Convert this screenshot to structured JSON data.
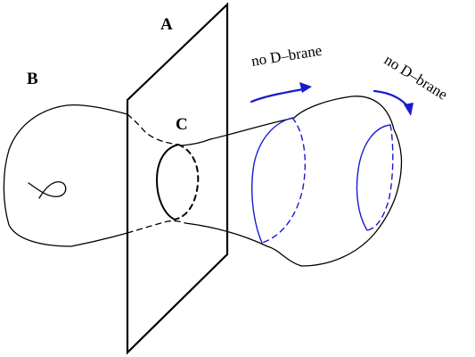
{
  "labels": {
    "a": "A",
    "b": "B",
    "c": "C",
    "no_dbrane_1": "no D–brane",
    "no_dbrane_2": "no D–brane"
  },
  "colors": {
    "accent": "#1a1acd",
    "stroke": "#000000"
  }
}
